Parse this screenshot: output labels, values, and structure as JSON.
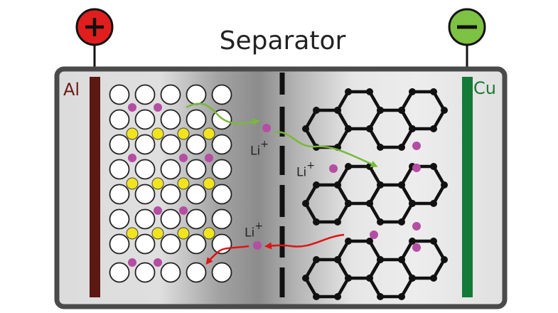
{
  "title": "Separator",
  "cathode_label": "Al",
  "anode_label": "Cu",
  "positive_symbol": "+",
  "negative_symbol": "−",
  "ion_labels": [
    {
      "base": "Li",
      "charge": "+"
    },
    {
      "base": "Li",
      "charge": "+"
    },
    {
      "base": "Li",
      "charge": "+"
    }
  ],
  "icons": {
    "positive_terminal": "plus-circle-icon",
    "negative_terminal": "minus-circle-icon",
    "arrows": [
      "green-arrow-icon",
      "red-arrow-icon"
    ]
  },
  "colors": {
    "positive_terminal": "#e01e1e",
    "negative_terminal": "#7dc242",
    "cathode_collector": "#5c1812",
    "anode_collector": "#137a37",
    "lithium_ion": "#b44ea3",
    "transition_metal": "#f2e41c",
    "charge_arrow": "#7ab83a",
    "discharge_arrow": "#dc1515",
    "graphite": "#111111",
    "casing": "#4a4a4a"
  }
}
